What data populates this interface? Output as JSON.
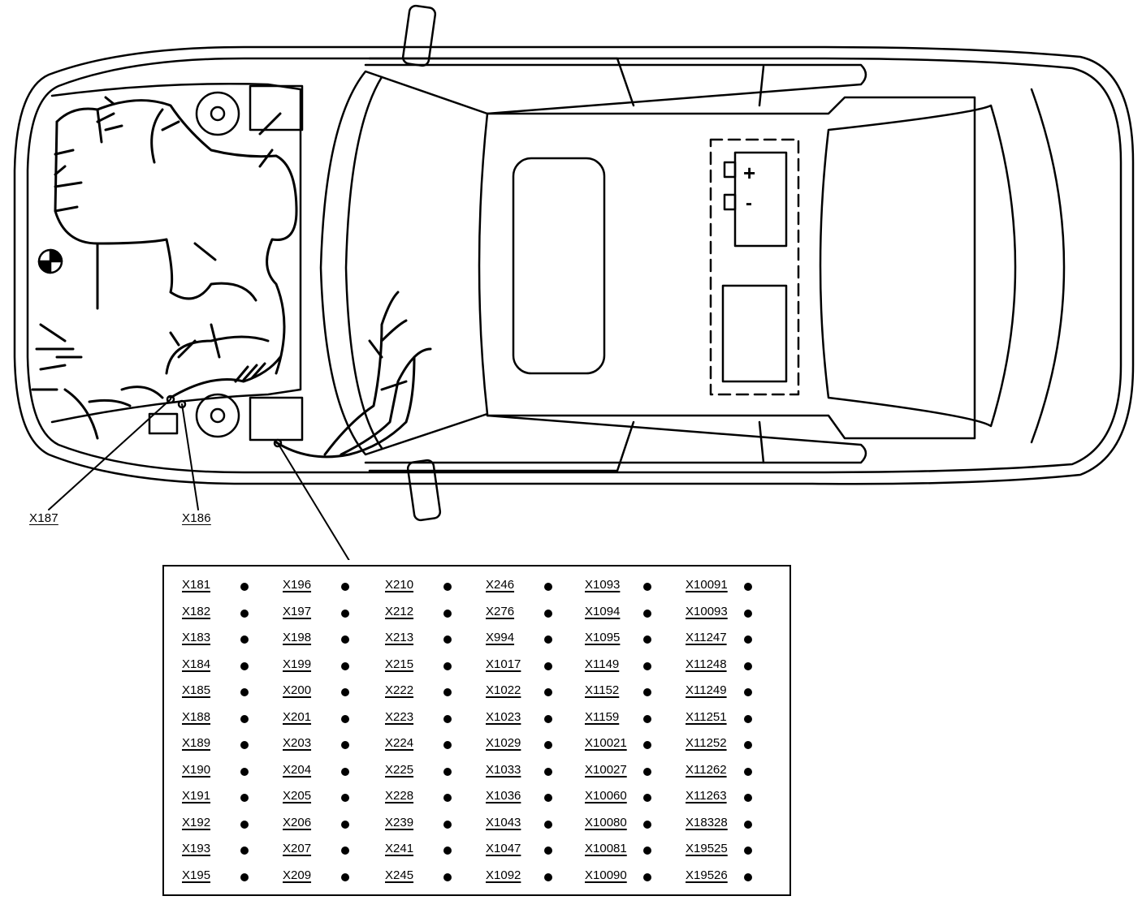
{
  "diagram": {
    "callouts": {
      "x187": "X187",
      "x186": "X186"
    },
    "battery_symbols": {
      "plus": "+",
      "minus": "-"
    },
    "connector_columns": [
      [
        "X181",
        "X182",
        "X183",
        "X184",
        "X185",
        "X188",
        "X189",
        "X190",
        "X191",
        "X192",
        "X193",
        "X195"
      ],
      [
        "X196",
        "X197",
        "X198",
        "X199",
        "X200",
        "X201",
        "X203",
        "X204",
        "X205",
        "X206",
        "X207",
        "X209"
      ],
      [
        "X210",
        "X212",
        "X213",
        "X215",
        "X222",
        "X223",
        "X224",
        "X225",
        "X228",
        "X239",
        "X241",
        "X245"
      ],
      [
        "X246",
        "X276",
        "X994",
        "X1017",
        "X1022",
        "X1023",
        "X1029",
        "X1033",
        "X1036",
        "X1043",
        "X1047",
        "X1092"
      ],
      [
        "X1093",
        "X1094",
        "X1095",
        "X1149",
        "X1152",
        "X1159",
        "X10021",
        "X10027",
        "X10060",
        "X10080",
        "X10081",
        "X10090"
      ],
      [
        "X10091",
        "X10093",
        "X11247",
        "X11248",
        "X11249",
        "X11251",
        "X11252",
        "X11262",
        "X11263",
        "X18328",
        "X19525",
        "X19526"
      ]
    ]
  }
}
